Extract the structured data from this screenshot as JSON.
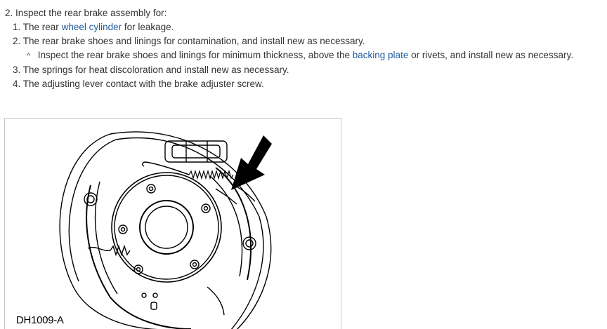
{
  "step": {
    "heading": "2. Inspect the rear brake assembly for:",
    "items": [
      {
        "number": "1.",
        "before": "The rear",
        "link": "wheel cylinder",
        "after": "for leakage."
      },
      {
        "number": "2.",
        "before": "The rear brake shoes and linings for contamination, and install new as necessary.",
        "link": "",
        "after": ""
      },
      {
        "number": "3.",
        "before": "The springs for heat discoloration and install new as necessary.",
        "link": "",
        "after": ""
      },
      {
        "number": "4.",
        "before": "The adjusting lever contact with the brake adjuster screw.",
        "link": "",
        "after": ""
      }
    ],
    "note": {
      "marker": "^",
      "before": "Inspect the rear brake shoes and linings for minimum thickness, above the",
      "link": "backing plate",
      "after": "or rivets, and install new as necessary."
    }
  },
  "figure": {
    "label": "DH1009-A",
    "icon": "brake-assembly-illustration"
  },
  "colors": {
    "text": "#333333",
    "link": "#1f5b9e"
  }
}
